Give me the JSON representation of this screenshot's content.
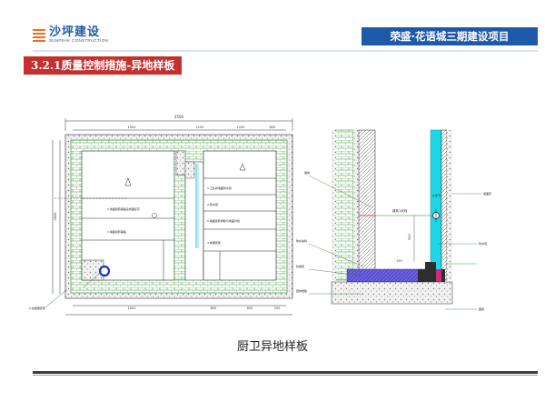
{
  "brand": {
    "name_cn": "沙坪建设",
    "name_en": "SUNPEAK CONSTRUCTION"
  },
  "header": {
    "project_title": "荣盛·花语城三期建设项目"
  },
  "section": {
    "title": "3.2.1质量控制措施-异地样板"
  },
  "drawing": {
    "overall_dim": "3500",
    "top_dims": [
      "1500",
      "2100",
      "1200",
      "600"
    ],
    "bottom_dims": [
      "1500",
      "800",
      "600",
      "200"
    ],
    "side_dim": "2800",
    "section_dim_a": "550",
    "section_dim_b": "150",
    "floor_label": "建筑1米线",
    "plan_notes": [
      "2.地面瓷砖铺贴完成面标高",
      "3.墙面瓷砖铺贴",
      "1.卫生间墙面防水层",
      "2.防水层",
      "5.墙面瓷砖排版与地面对缝",
      "4.地漏安装",
      "6.坐便器安装"
    ],
    "section_notes_left": [
      "墙体",
      "防水涂料",
      "找坡层",
      "结构楼板"
    ],
    "section_notes_right": [
      "墙面砖",
      "止水节",
      "防水层",
      "面层"
    ]
  },
  "caption": "厨卫异地样板"
}
